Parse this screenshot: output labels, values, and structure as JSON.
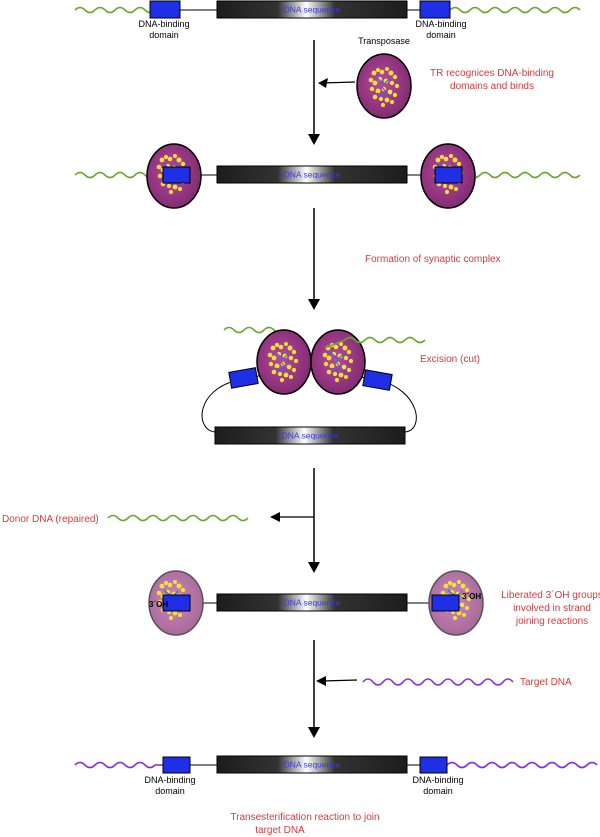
{
  "labels": {
    "dna_sequence": "DNA sequence",
    "dna_binding_domain": [
      "DNA-binding",
      "domain"
    ],
    "transposase": "Transposase",
    "three_oh": "3´OH"
  },
  "steps": {
    "recognize": [
      "TR recognices DNA-binding",
      "domains and binds"
    ],
    "synaptic": "Formation of synaptic complex",
    "excision": "Excision (cut)",
    "donor": "Donor DNA (repaired)",
    "liberated": [
      "Liberated 3´OH groups",
      "involved in strand",
      "joining reactions"
    ],
    "target": "Target DNA",
    "transesterification": [
      "Transesterification reaction to join",
      "target DNA"
    ]
  },
  "colors": {
    "green_dna": "#6aa832",
    "purple_dna": "#8a2be2",
    "domain_blue": "#1f2fe6",
    "protein": "#a03a8a",
    "note_red": "#d83a3a"
  }
}
